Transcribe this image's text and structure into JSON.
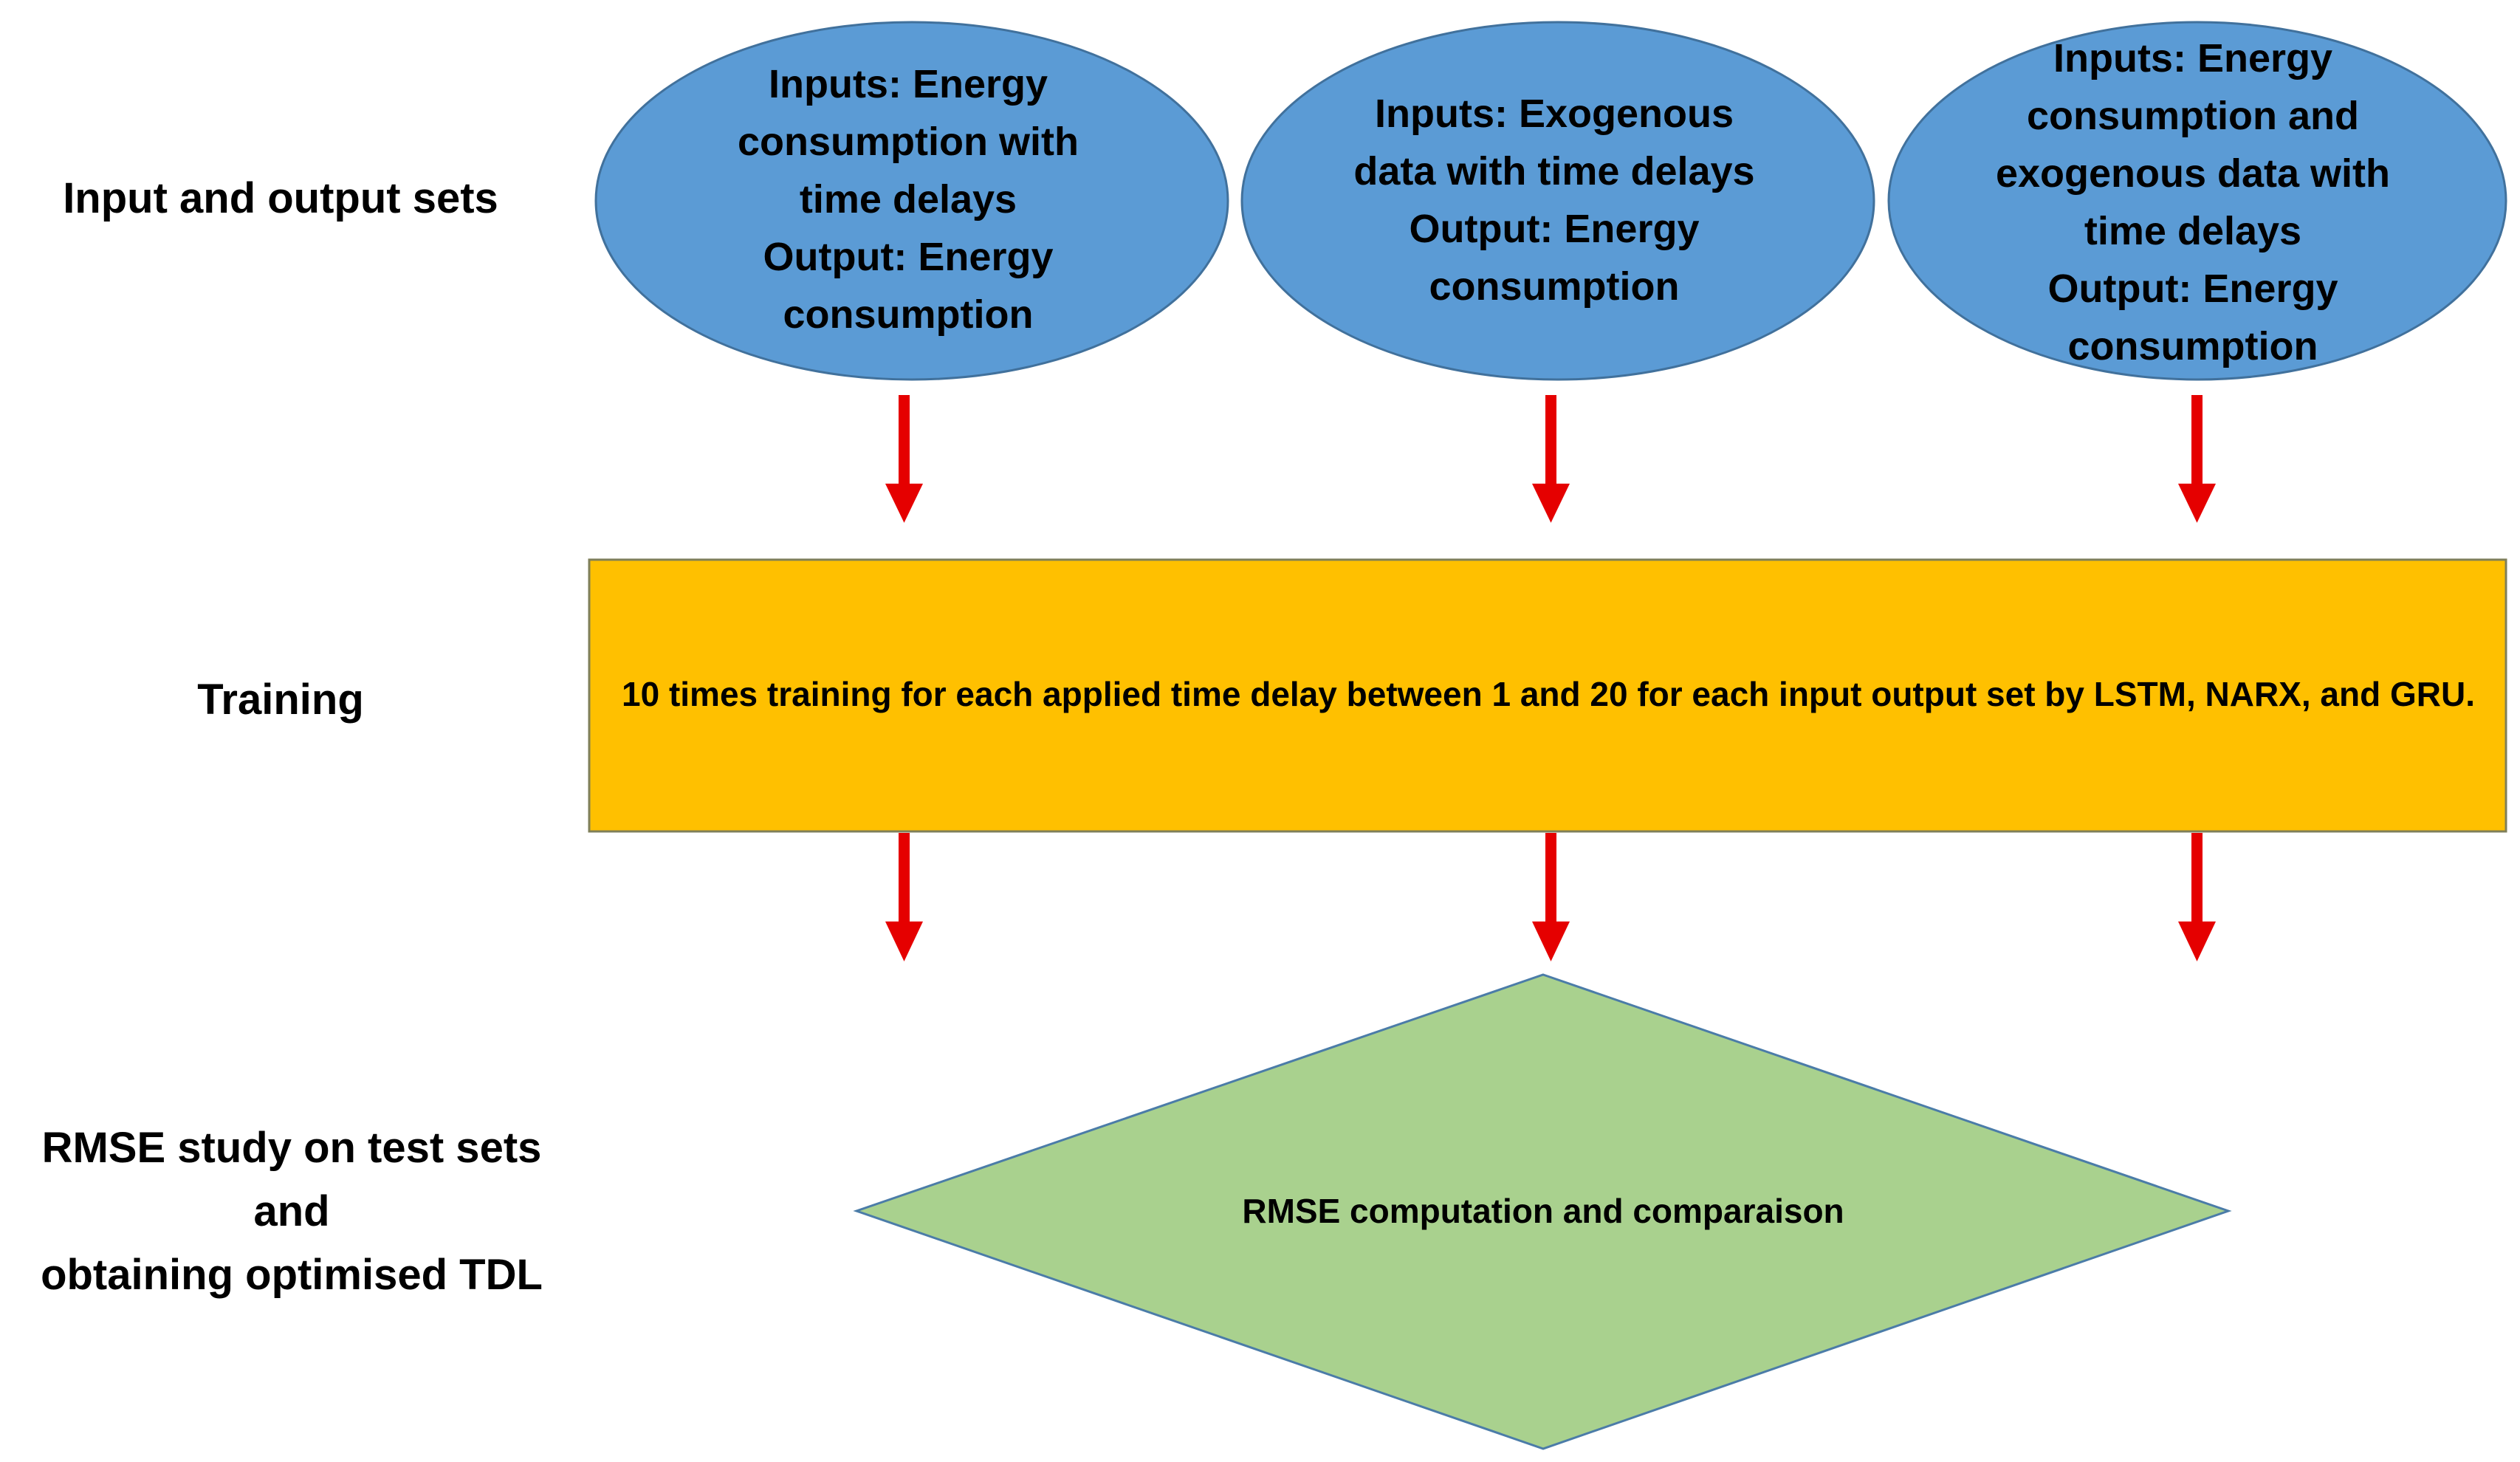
{
  "lanes": {
    "input_output": "Input and output sets",
    "training": "Training",
    "rmse_line1": "RMSE study on test sets and",
    "rmse_line2": "obtaining optimised TDL"
  },
  "ovals": [
    {
      "lines": [
        "Inputs: Energy",
        "consumption  with",
        "time delays",
        "Output: Energy",
        "consumption"
      ]
    },
    {
      "lines": [
        "Inputs: Exogenous",
        "data with time delays",
        "Output: Energy",
        "consumption"
      ]
    },
    {
      "lines": [
        "Inputs: Energy",
        "consumption  and",
        "exogenous data with",
        "time delays",
        "Output: Energy",
        "consumption"
      ]
    }
  ],
  "training_box": "10 times training for each applied time delay between 1 and 20 for each input output set by LSTM, NARX, and GRU.",
  "decision": "RMSE computation and comparaison",
  "colors": {
    "oval_fill": "#5b9bd5",
    "oval_stroke": "#41719c",
    "training_fill": "#ffc000",
    "training_stroke": "#7f7f5a",
    "diamond_fill": "#a9d18e",
    "diamond_stroke": "#4b7ca8",
    "arrow": "#e50000"
  }
}
